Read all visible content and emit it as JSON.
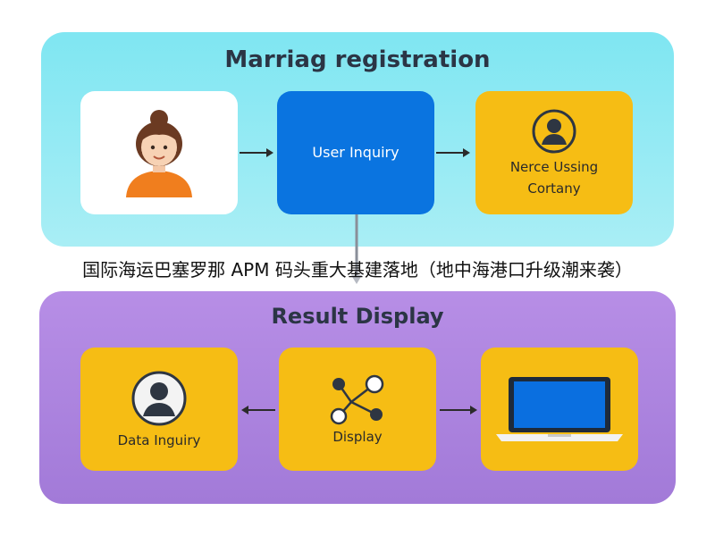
{
  "top_panel": {
    "title": "Marriag registration",
    "cards": {
      "person": {
        "icon": "woman-avatar-icon"
      },
      "inquiry": {
        "label": "User Inquiry"
      },
      "cortana": {
        "label_line1": "Nerce Ussing",
        "label_line2": "Cortany",
        "icon": "user-circle-icon"
      }
    }
  },
  "overlay_caption": "国际海运巴塞罗那 APM 码头重大基建落地（地中海港口升级潮来袭）",
  "bottom_panel": {
    "title": "Result Display",
    "cards": {
      "data": {
        "label": "Data Inguiry",
        "icon": "user-circle-icon"
      },
      "display": {
        "label": "Display",
        "icon": "node-graph-icon"
      },
      "laptop": {
        "icon": "laptop-icon"
      }
    }
  },
  "colors": {
    "top_panel": "#8ee9f3",
    "bottom_panel": "#ab83de",
    "blue_card": "#0a74e0",
    "yellow_card": "#f6bd14"
  }
}
